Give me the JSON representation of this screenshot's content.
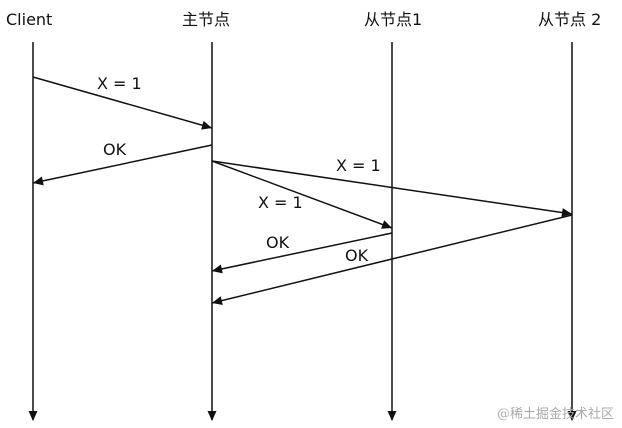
{
  "participants": [
    {
      "id": "client",
      "label": "Client"
    },
    {
      "id": "master",
      "label": "主节点"
    },
    {
      "id": "slave1",
      "label": "从节点1"
    },
    {
      "id": "slave2",
      "label": "从节点 2"
    }
  ],
  "messages": [
    {
      "from": "client",
      "to": "master",
      "label": "X = 1"
    },
    {
      "from": "master",
      "to": "client",
      "label": "OK"
    },
    {
      "from": "master",
      "to": "slave2",
      "label": "X = 1"
    },
    {
      "from": "master",
      "to": "slave1",
      "label": "X = 1"
    },
    {
      "from": "slave1",
      "to": "master",
      "label": "OK"
    },
    {
      "from": "slave2",
      "to": "master",
      "label": "OK"
    }
  ],
  "watermark": "@稀土掘金技术社区",
  "colors": {
    "line": "#111111",
    "watermark": "#aaaaaa"
  }
}
